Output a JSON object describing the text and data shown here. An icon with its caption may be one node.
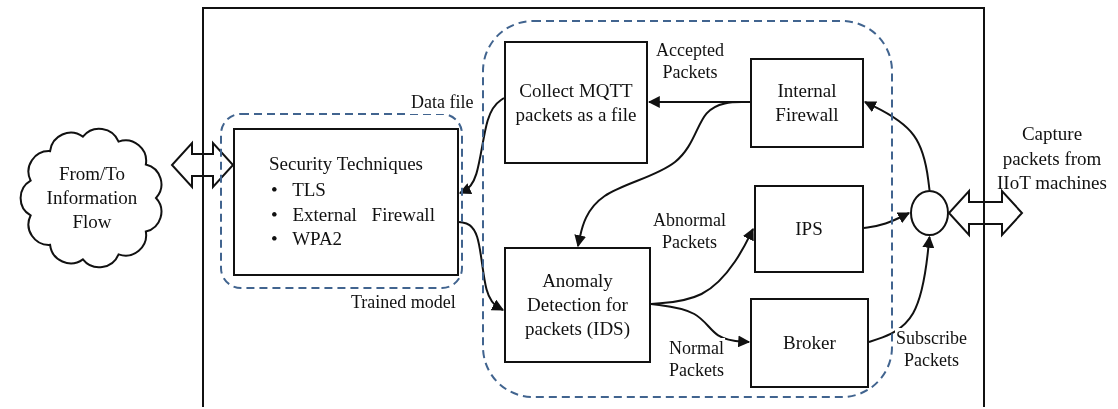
{
  "diagram": {
    "nodes": [
      {
        "text": [
          "From/To Information Flow"
        ]
      },
      {
        "text": [],
        "shape": "box"
      },
      {
        "text": [],
        "shape": "box",
        "in": 1
      },
      {
        "text": [
          "Security Techniques",
          "• TLS",
          "• External Firewall",
          "• WPA2"
        ],
        "in": 2
      },
      {
        "text": [],
        "shape": "box",
        "in": 1
      },
      {
        "text": [
          "Collect MQTT packets as a file"
        ],
        "in": 4
      },
      {
        "text": [
          "Internal Firewall"
        ],
        "in": 4
      },
      {
        "text": [
          "Anomaly Detection for packets (IDS)"
        ],
        "in": 4
      },
      {
        "text": [
          "IPS"
        ],
        "in": 4
      },
      {
        "text": [
          "Broker"
        ],
        "in": 4
      },
      {
        "text": [],
        "shape": "circle",
        "in": 1
      },
      {
        "text": [
          "Capture packets from IIoT machines"
        ]
      }
    ],
    "edges": [
      {
        "from": 0,
        "to": 3,
        "arrow": "both",
        "style": "thick"
      },
      {
        "from": 5,
        "to": 3,
        "arrow": "to",
        "label": "Data file"
      },
      {
        "from": 3,
        "to": 7,
        "arrow": "to",
        "label": "Trained model"
      },
      {
        "from": 6,
        "to": 5,
        "arrow": "to",
        "label": "Accepted Packets"
      },
      {
        "from": 6,
        "to": 7,
        "arrow": "to"
      },
      {
        "from": 7,
        "to": 8,
        "arrow": "to",
        "label": "Abnormal Packets"
      },
      {
        "from": 7,
        "to": 9,
        "arrow": "to",
        "label": "Normal Packets"
      },
      {
        "from": 10,
        "to": 6,
        "arrow": "to"
      },
      {
        "from": 8,
        "to": 10,
        "arrow": "to"
      },
      {
        "from": 9,
        "to": 10,
        "arrow": "to",
        "label": "Subscribe Packets"
      },
      {
        "from": 10,
        "to": 11,
        "arrow": "both",
        "style": "thick"
      }
    ]
  }
}
